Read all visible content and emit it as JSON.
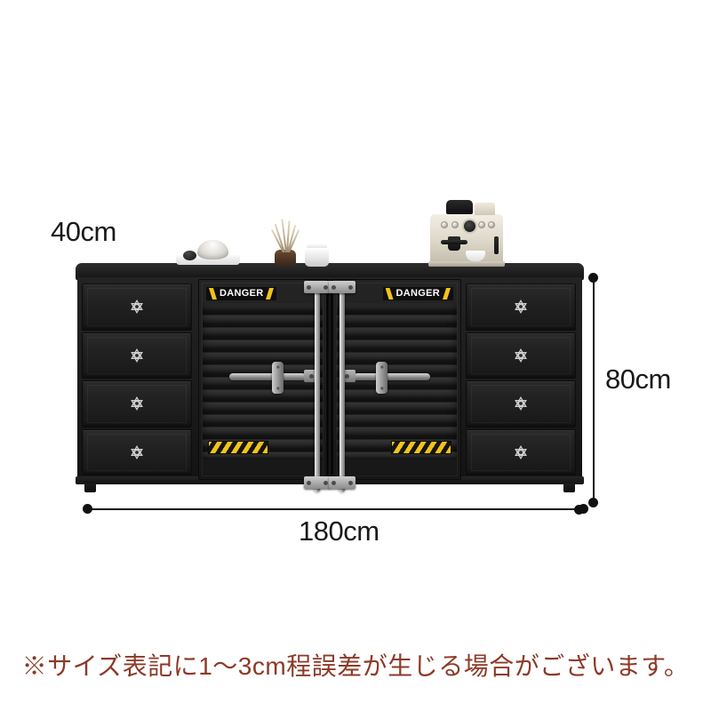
{
  "page": {
    "background_color": "#ffffff",
    "type": "product-dimension-diagram"
  },
  "dimensions": {
    "depth": {
      "label": "40cm",
      "value": 40,
      "unit": "cm",
      "axis": "depth"
    },
    "height": {
      "label": "80cm",
      "value": 80,
      "unit": "cm",
      "axis": "height"
    },
    "width": {
      "label": "180cm",
      "value": 180,
      "unit": "cm",
      "axis": "width"
    },
    "marker_color": "#111111",
    "text_color": "#1a1a1a"
  },
  "product": {
    "name": "industrial-container-style-sideboard",
    "body_color": "#1c1c1c",
    "accent_color": "#f2c21a",
    "hardware_color": "#b5b5b5",
    "doors": [
      {
        "side": "left",
        "danger_label": "DANGER",
        "has_hazard_stripes": true,
        "has_latch": true
      },
      {
        "side": "right",
        "danger_label": "DANGER",
        "has_hazard_stripes": true,
        "has_latch": true
      }
    ],
    "drawer_columns": [
      {
        "side": "left",
        "count": 4,
        "handle_icon": "hexagram-star-knob-icon"
      },
      {
        "side": "right",
        "count": 4,
        "handle_icon": "hexagram-star-knob-icon"
      }
    ],
    "locking_rods": 2,
    "legs": 2
  },
  "decor": {
    "items": [
      {
        "name": "tray",
        "icon": "tray-icon"
      },
      {
        "name": "shell",
        "icon": "shell-icon"
      },
      {
        "name": "stone",
        "icon": "stone-icon"
      },
      {
        "name": "reed-diffuser",
        "icon": "diffuser-icon"
      },
      {
        "name": "ceramic-jar",
        "icon": "jar-icon"
      },
      {
        "name": "espresso-machine",
        "icon": "espresso-machine-icon"
      }
    ]
  },
  "footnote": {
    "text": "※サイズ表記に1〜3cm程誤差が生じる場合がございます。",
    "color": "#8c3a28"
  }
}
